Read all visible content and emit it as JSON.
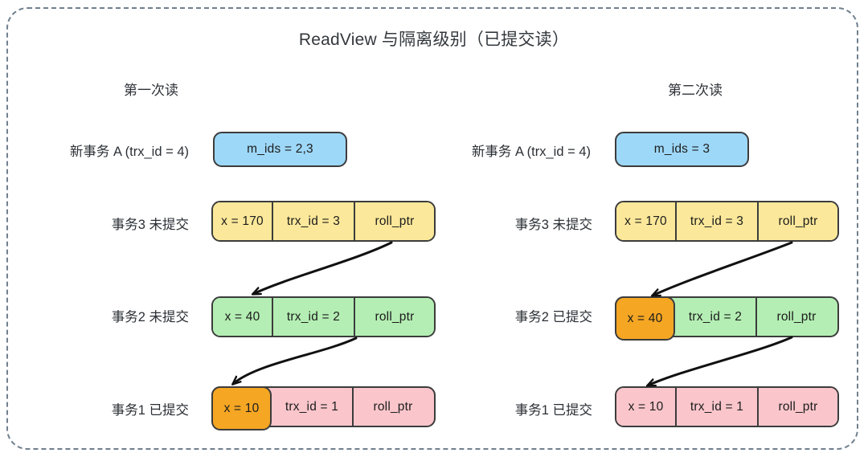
{
  "title": "ReadView 与隔离级别（已提交读）",
  "frame": {
    "border_color": "#70808f",
    "style": "dashed-rounded"
  },
  "colors": {
    "readview_fill": "#9ed8f8",
    "row3_fill": "#fbe89a",
    "row2_fill": "#b4eeb4",
    "row1_fill": "#fac6cb",
    "highlight_fill": "#f5a623",
    "stroke": "#3c3c3c",
    "text": "#1c1c1c"
  },
  "panels": [
    {
      "id": "first-read",
      "heading": "第一次读",
      "txn_label": "新事务 A (trx_id = 4)",
      "readview": "m_ids = 2,3",
      "rows": [
        {
          "label": "事务3 未提交",
          "fill": "#fbe89a",
          "cells": [
            {
              "text": "x = 170",
              "highlight": false
            },
            {
              "text": "trx_id = 3",
              "highlight": false
            },
            {
              "text": "roll_ptr",
              "highlight": false
            }
          ]
        },
        {
          "label": "事务2 未提交",
          "fill": "#b4eeb4",
          "cells": [
            {
              "text": "x = 40",
              "highlight": false
            },
            {
              "text": "trx_id = 2",
              "highlight": false
            },
            {
              "text": "roll_ptr",
              "highlight": false
            }
          ]
        },
        {
          "label": "事务1 已提交",
          "fill": "#fac6cb",
          "cells": [
            {
              "text": "x = 10",
              "highlight": true
            },
            {
              "text": "trx_id = 1",
              "highlight": false
            },
            {
              "text": "roll_ptr",
              "highlight": false
            }
          ]
        }
      ]
    },
    {
      "id": "second-read",
      "heading": "第二次读",
      "txn_label": "新事务 A (trx_id = 4)",
      "readview": "m_ids = 3",
      "rows": [
        {
          "label": "事务3 未提交",
          "fill": "#fbe89a",
          "cells": [
            {
              "text": "x = 170",
              "highlight": false
            },
            {
              "text": "trx_id = 3",
              "highlight": false
            },
            {
              "text": "roll_ptr",
              "highlight": false
            }
          ]
        },
        {
          "label": "事务2 已提交",
          "fill": "#b4eeb4",
          "cells": [
            {
              "text": "x = 40",
              "highlight": true
            },
            {
              "text": "trx_id = 2",
              "highlight": false
            },
            {
              "text": "roll_ptr",
              "highlight": false
            }
          ]
        },
        {
          "label": "事务1 已提交",
          "fill": "#fac6cb",
          "cells": [
            {
              "text": "x = 10",
              "highlight": false
            },
            {
              "text": "trx_id = 1",
              "highlight": false
            },
            {
              "text": "roll_ptr",
              "highlight": false
            }
          ]
        }
      ]
    }
  ],
  "arrows": [
    {
      "id": "left-roll-ptr-3-to-2",
      "from": "row3.roll_ptr",
      "to": "row2.x"
    },
    {
      "id": "left-roll-ptr-2-to-1",
      "from": "row2.roll_ptr",
      "to": "row1.x"
    },
    {
      "id": "right-roll-ptr-3-to-2",
      "from": "row3.roll_ptr",
      "to": "row2.x"
    },
    {
      "id": "right-roll-ptr-2-to-1",
      "from": "row2.roll_ptr",
      "to": "row1.x"
    }
  ]
}
